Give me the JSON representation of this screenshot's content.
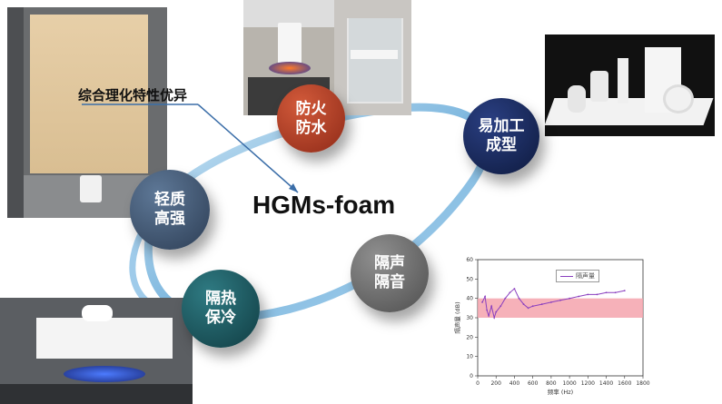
{
  "center_title": "HGMs-foam",
  "annotation": "综合理化特性优异",
  "nodes": [
    {
      "id": "fire",
      "label": "防火\n防水",
      "color": "#a83a24"
    },
    {
      "id": "process",
      "label": "易加工\n成型",
      "color": "#16275a"
    },
    {
      "id": "light",
      "label": "轻质\n高强",
      "color": "#3e5470"
    },
    {
      "id": "sound",
      "label": "隔声\n隔音",
      "color": "#6a6a6a"
    },
    {
      "id": "heat",
      "label": "隔热\n保冷",
      "color": "#1e5b62"
    }
  ],
  "colors": {
    "ring": "#8ec3e4",
    "band": "#f4a3ad",
    "line": "#8a3fbf"
  },
  "chart_data": {
    "type": "line",
    "series": [
      {
        "name": "隔声量",
        "values": []
      }
    ],
    "x": [
      50,
      80,
      100,
      120,
      150,
      180,
      200,
      250,
      300,
      350,
      400,
      450,
      500,
      550,
      600,
      700,
      800,
      900,
      1000,
      1100,
      1200,
      1300,
      1400,
      1500,
      1600
    ],
    "y": [
      38,
      41,
      34,
      31,
      36,
      30,
      33,
      36,
      40,
      43,
      45,
      40,
      37,
      35,
      36,
      37,
      38,
      39,
      40,
      41,
      42,
      42,
      43,
      43,
      44
    ],
    "xlabel": "频率 (Hz)",
    "ylabel": "隔声量 (dB)",
    "xlim": [
      0,
      1800
    ],
    "ylim": [
      0,
      60
    ],
    "xticks": [
      "0",
      "200",
      "400",
      "600",
      "800",
      "1000",
      "1200",
      "1400",
      "1600",
      "1800"
    ],
    "yticks": [
      "0",
      "10",
      "20",
      "30",
      "40",
      "50",
      "60"
    ],
    "band": [
      30,
      40
    ],
    "legend": "top-center"
  }
}
